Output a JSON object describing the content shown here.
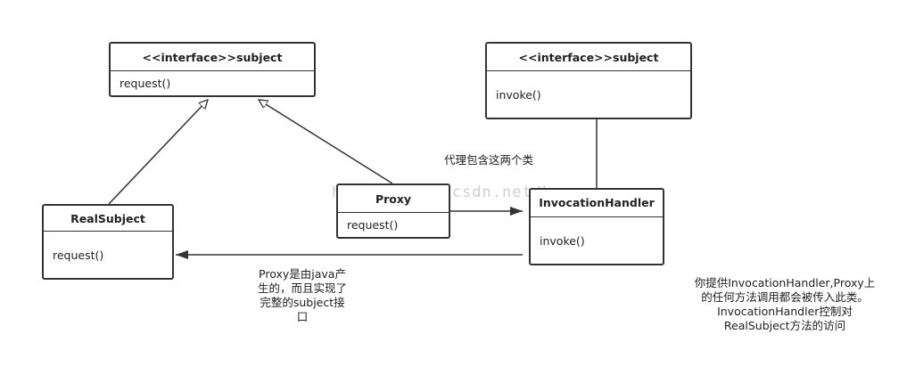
{
  "watermark": "http://blog.csdn.net/h",
  "classes": {
    "subject_left": {
      "header": "<<interface>>subject",
      "method": "request()"
    },
    "subject_right": {
      "header": "<<interface>>subject",
      "method": "invoke()"
    },
    "real_subject": {
      "header": "RealSubject",
      "method": "request()"
    },
    "proxy": {
      "header": "Proxy",
      "method": "request()"
    },
    "invocation_handler": {
      "header": "InvocationHandler",
      "method": "invoke()"
    }
  },
  "notes": {
    "proxy_contains": "代理包含这两个类",
    "proxy_generated": [
      "Proxy是由java产",
      "生的，而且实现了",
      "完整的subject接",
      "口"
    ],
    "handler_desc": [
      "你提供InvocationHandler,Proxy上",
      "的任何方法调用都会被传入此类。",
      "InvocationHandler控制对",
      "RealSubject方法的访问"
    ]
  }
}
